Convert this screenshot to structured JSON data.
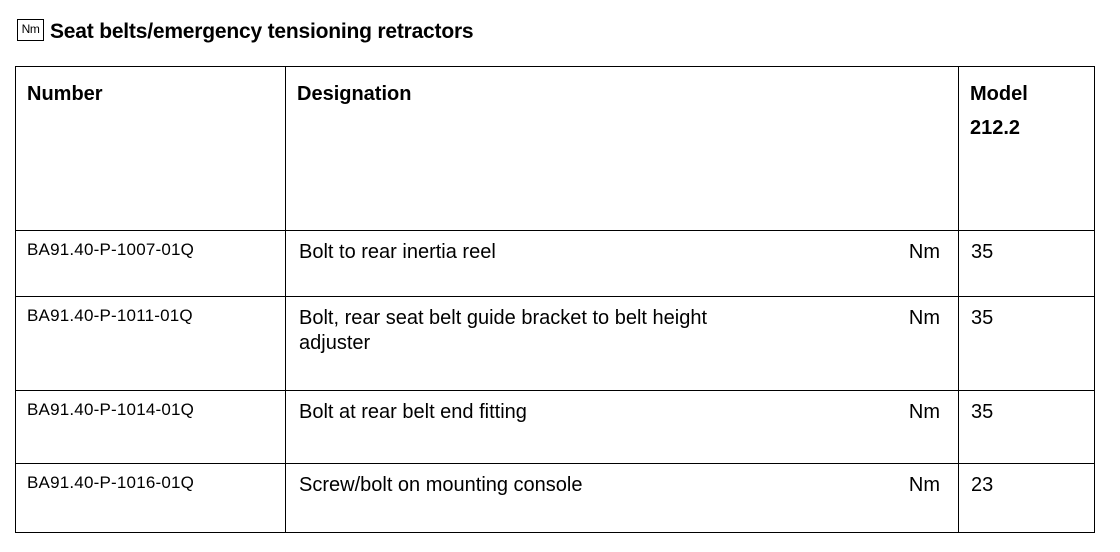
{
  "header": {
    "icon_text": "Nm",
    "title": "Seat belts/emergency tensioning retractors"
  },
  "table": {
    "columns": {
      "number": "Number",
      "designation": "Designation",
      "model_label": "Model",
      "model_value": "212.2"
    },
    "rows": [
      {
        "number": "BA91.40-P-1007-01Q",
        "designation": "Bolt to rear inertia reel",
        "unit": "Nm",
        "value": "35"
      },
      {
        "number": "BA91.40-P-1011-01Q",
        "designation": "Bolt, rear seat belt guide bracket to belt height adjuster",
        "unit": "Nm",
        "value": "35"
      },
      {
        "number": "BA91.40-P-1014-01Q",
        "designation": "Bolt at rear belt end fitting",
        "unit": "Nm",
        "value": "35"
      },
      {
        "number": "BA91.40-P-1016-01Q",
        "designation": "Screw/bolt on mounting console",
        "unit": "Nm",
        "value": "23"
      }
    ]
  }
}
